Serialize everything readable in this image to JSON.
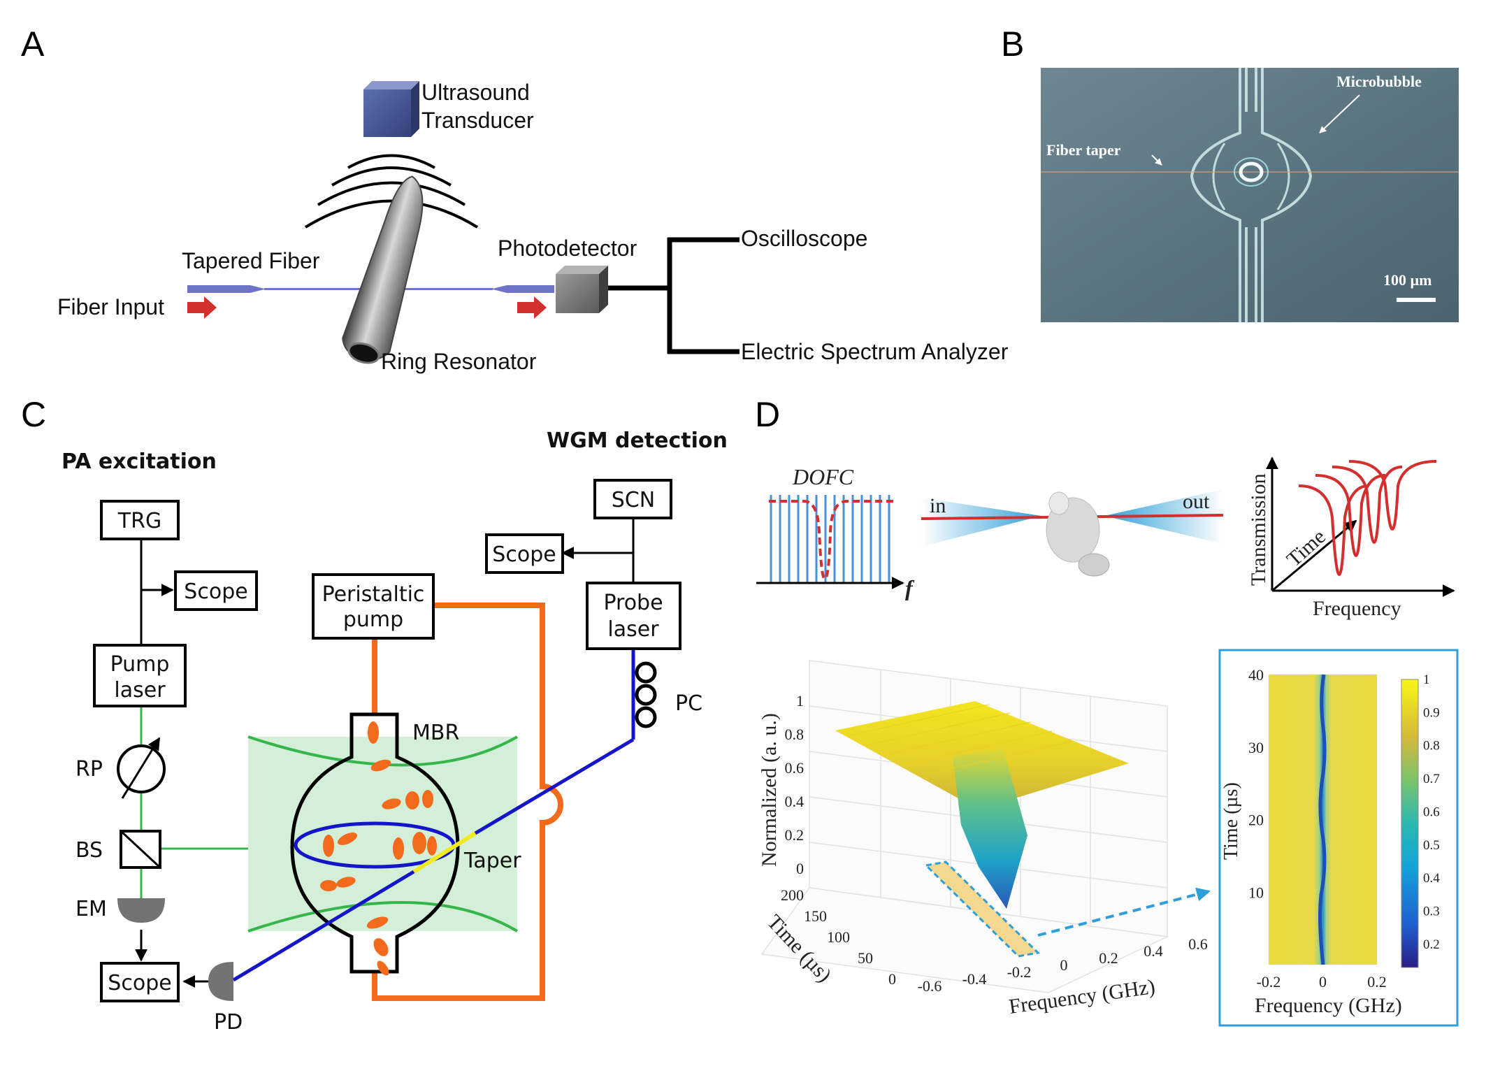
{
  "panels": {
    "a": "A",
    "b": "B",
    "c": "C",
    "d": "D"
  },
  "panel_a": {
    "transducer": [
      "Ultrasound",
      "Transducer"
    ],
    "tapered_fiber": "Tapered Fiber",
    "fiber_input": "Fiber Input",
    "photodetector": "Photodetector",
    "oscilloscope": "Oscilloscope",
    "esa": "Electric Spectrum Analyzer",
    "ring_resonator": "Ring Resonator"
  },
  "panel_b": {
    "microbubble": "Microbubble",
    "fiber_taper": "Fiber taper",
    "scale": "100 µm"
  },
  "panel_c": {
    "pa_excitation": "PA excitation",
    "wgm_detection": "WGM detection",
    "trg": "TRG",
    "scope_top": "Scope",
    "pump_laser": [
      "Pump",
      "laser"
    ],
    "rp": "RP",
    "bs": "BS",
    "em": "EM",
    "scope_bottom": "Scope",
    "pd": "PD",
    "peristaltic": [
      "Peristaltic",
      "pump"
    ],
    "mbr": "MBR",
    "taper": "Taper",
    "scn": "SCN",
    "scope_right": "Scope",
    "probe_laser": [
      "Probe",
      "laser"
    ],
    "pc": "PC"
  },
  "panel_d": {
    "dofc": "DOFC",
    "f": "f",
    "in": "in",
    "out": "out",
    "transmission": "Transmission",
    "time": "Time",
    "frequency": "Frequency",
    "surf_zlabel": "Normalized (a. u.)",
    "surf_ylabel": "Time (µs)",
    "surf_xlabel": "Frequency (GHz)",
    "z_ticks": [
      "0",
      "0.2",
      "0.4",
      "0.6",
      "0.8",
      "1"
    ],
    "y_ticks": [
      "0",
      "50",
      "100",
      "150",
      "200"
    ],
    "x_ticks": [
      "-0.6",
      "-0.4",
      "-0.2",
      "0",
      "0.2",
      "0.4",
      "0.6"
    ],
    "map_ylabel": "Time (µs)",
    "map_xlabel": "Frequency (GHz)",
    "map_y_ticks": [
      "10",
      "20",
      "30",
      "40"
    ],
    "map_x_ticks": [
      "-0.2",
      "0",
      "0.2"
    ],
    "colorbar_ticks": [
      "0.2",
      "0.3",
      "0.4",
      "0.5",
      "0.6",
      "0.7",
      "0.8",
      "0.9",
      "1"
    ]
  },
  "colors": {
    "fiber": "#6f73c8",
    "arrow_red": "#d32f2f",
    "orange": "#f26b1d",
    "green_beam": "#35b54a",
    "blue_line": "#1414c8",
    "yellow": "#f2ea1e",
    "light_blue": "#3aa6dd"
  }
}
